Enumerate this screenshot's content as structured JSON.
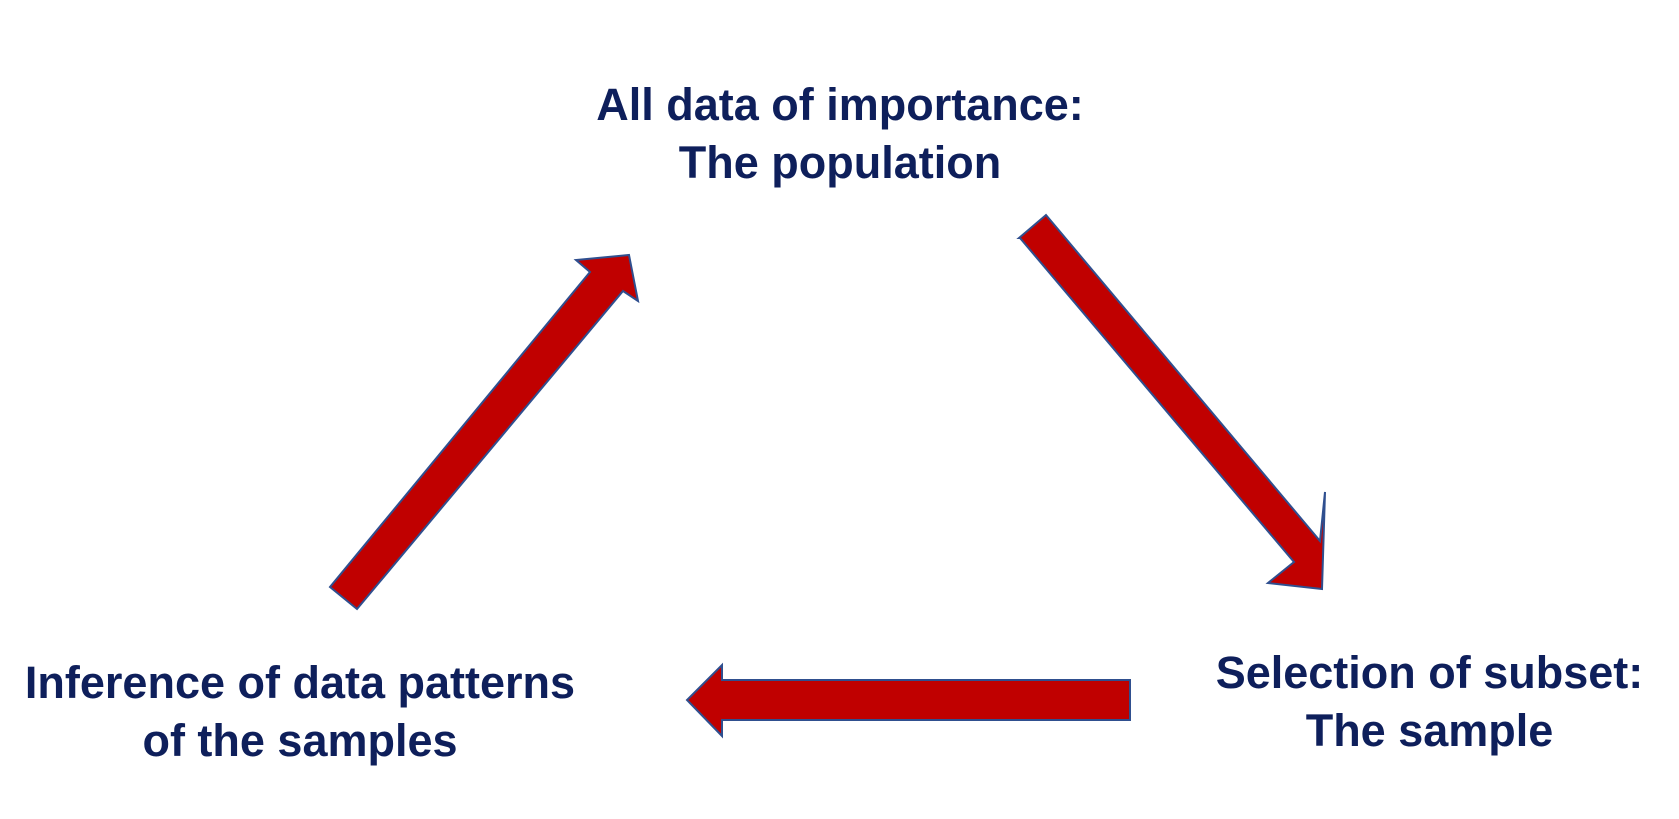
{
  "diagram": {
    "nodes": {
      "top": {
        "line1": "All data of importance:",
        "line2": "The population"
      },
      "right": {
        "line1": "Selection of subset:",
        "line2": "The sample"
      },
      "left": {
        "line1": "Inference of data patterns",
        "line2": "of the samples"
      }
    },
    "colors": {
      "text": "#0e1f5b",
      "arrow_fill": "#c00000",
      "arrow_stroke": "#2f4f8f"
    }
  }
}
